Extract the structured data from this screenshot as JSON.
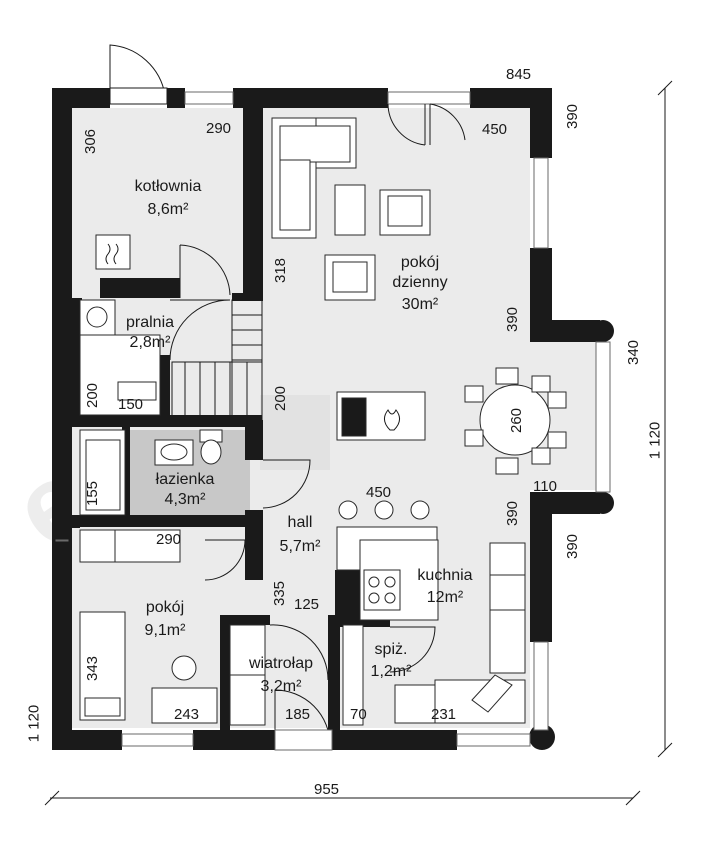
{
  "rooms": {
    "kotlownia": {
      "name": "kotłownia",
      "area": "8,6m²"
    },
    "pralnia": {
      "name": "pralnia",
      "area": "2,8m²"
    },
    "pokoj_dzienny_name": "pokój",
    "pokoj_dzienny_name2": "dzienny",
    "pokoj_dzienny_area": "30m²",
    "lazienka": {
      "name": "łazienka",
      "area": "4,3m²"
    },
    "hall": {
      "name": "hall",
      "area": "5,7m²"
    },
    "pokoj": {
      "name": "pokój",
      "area": "9,1m²"
    },
    "wiatrolap": {
      "name": "wiatrołap",
      "area": "3,2m²"
    },
    "spiz": {
      "name": "spiż.",
      "area": "1,2m²"
    },
    "kuchnia": {
      "name": "kuchnia",
      "area": "12m²"
    }
  },
  "dimensions": {
    "d845": "845",
    "d390a": "390",
    "d306": "306",
    "d290a": "290",
    "d450a": "450",
    "d318": "318",
    "d390b": "390",
    "d340": "340",
    "d1120r": "1 120",
    "d200a": "200",
    "d150": "150",
    "d200b": "200",
    "d260": "260",
    "d155": "155",
    "d110": "110",
    "d450b": "450",
    "d390c": "390",
    "d390d": "390",
    "d290b": "290",
    "d335": "335",
    "d125": "125",
    "d343": "343",
    "d243": "243",
    "d185": "185",
    "d70": "70",
    "d231": "231",
    "d1120l": "1 120",
    "d955": "955"
  },
  "watermark": "extradom"
}
